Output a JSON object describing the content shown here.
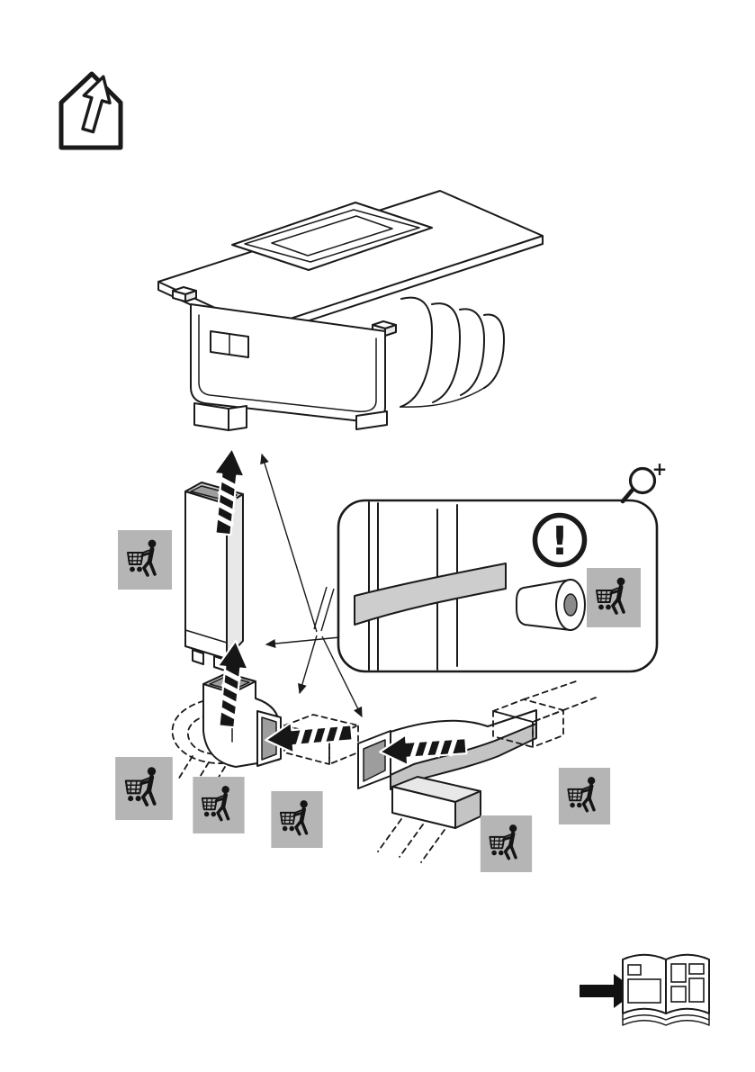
{
  "document": {
    "type": "appliance installation manual page (downdraft hob ducting options)",
    "background": "#ffffff"
  },
  "palette": {
    "line": "#1a1a1a",
    "badge_gray": "#b5b5b5",
    "mid_gray": "#c9c9c9",
    "light_gray": "#e8e8e8",
    "dark_gray": "#9d9d9d",
    "white": "#ffffff"
  },
  "glyphs": {
    "exclamation": "!",
    "magnifier_plus": "+"
  },
  "figures": {
    "house_exhaust_icon": "house with arrow exiting through roof (exhaust air to outside)",
    "hob_unit": "isometric line drawing of hob with downdraft extractor box",
    "vertical_duct": "vertical flat duct piece, insert direction arrow upward",
    "detail_callout": "magnified detail: duct joint wrapped with sealing tape, warning circle, tape roll",
    "elbow_vertical": "vertical-to-horizontal flat duct elbow with dashed rotation arcs",
    "flat_duct_dashed": "optional flat duct section shown dashed",
    "elbow_horizontal": "horizontal flat duct elbow with dashed continuation ducts",
    "manual_reference": "black arrow pointing at open installation manual"
  },
  "cart_badges": {
    "count": 7,
    "meaning": "shopping-cart pictogram: accessory part to be purchased separately"
  }
}
